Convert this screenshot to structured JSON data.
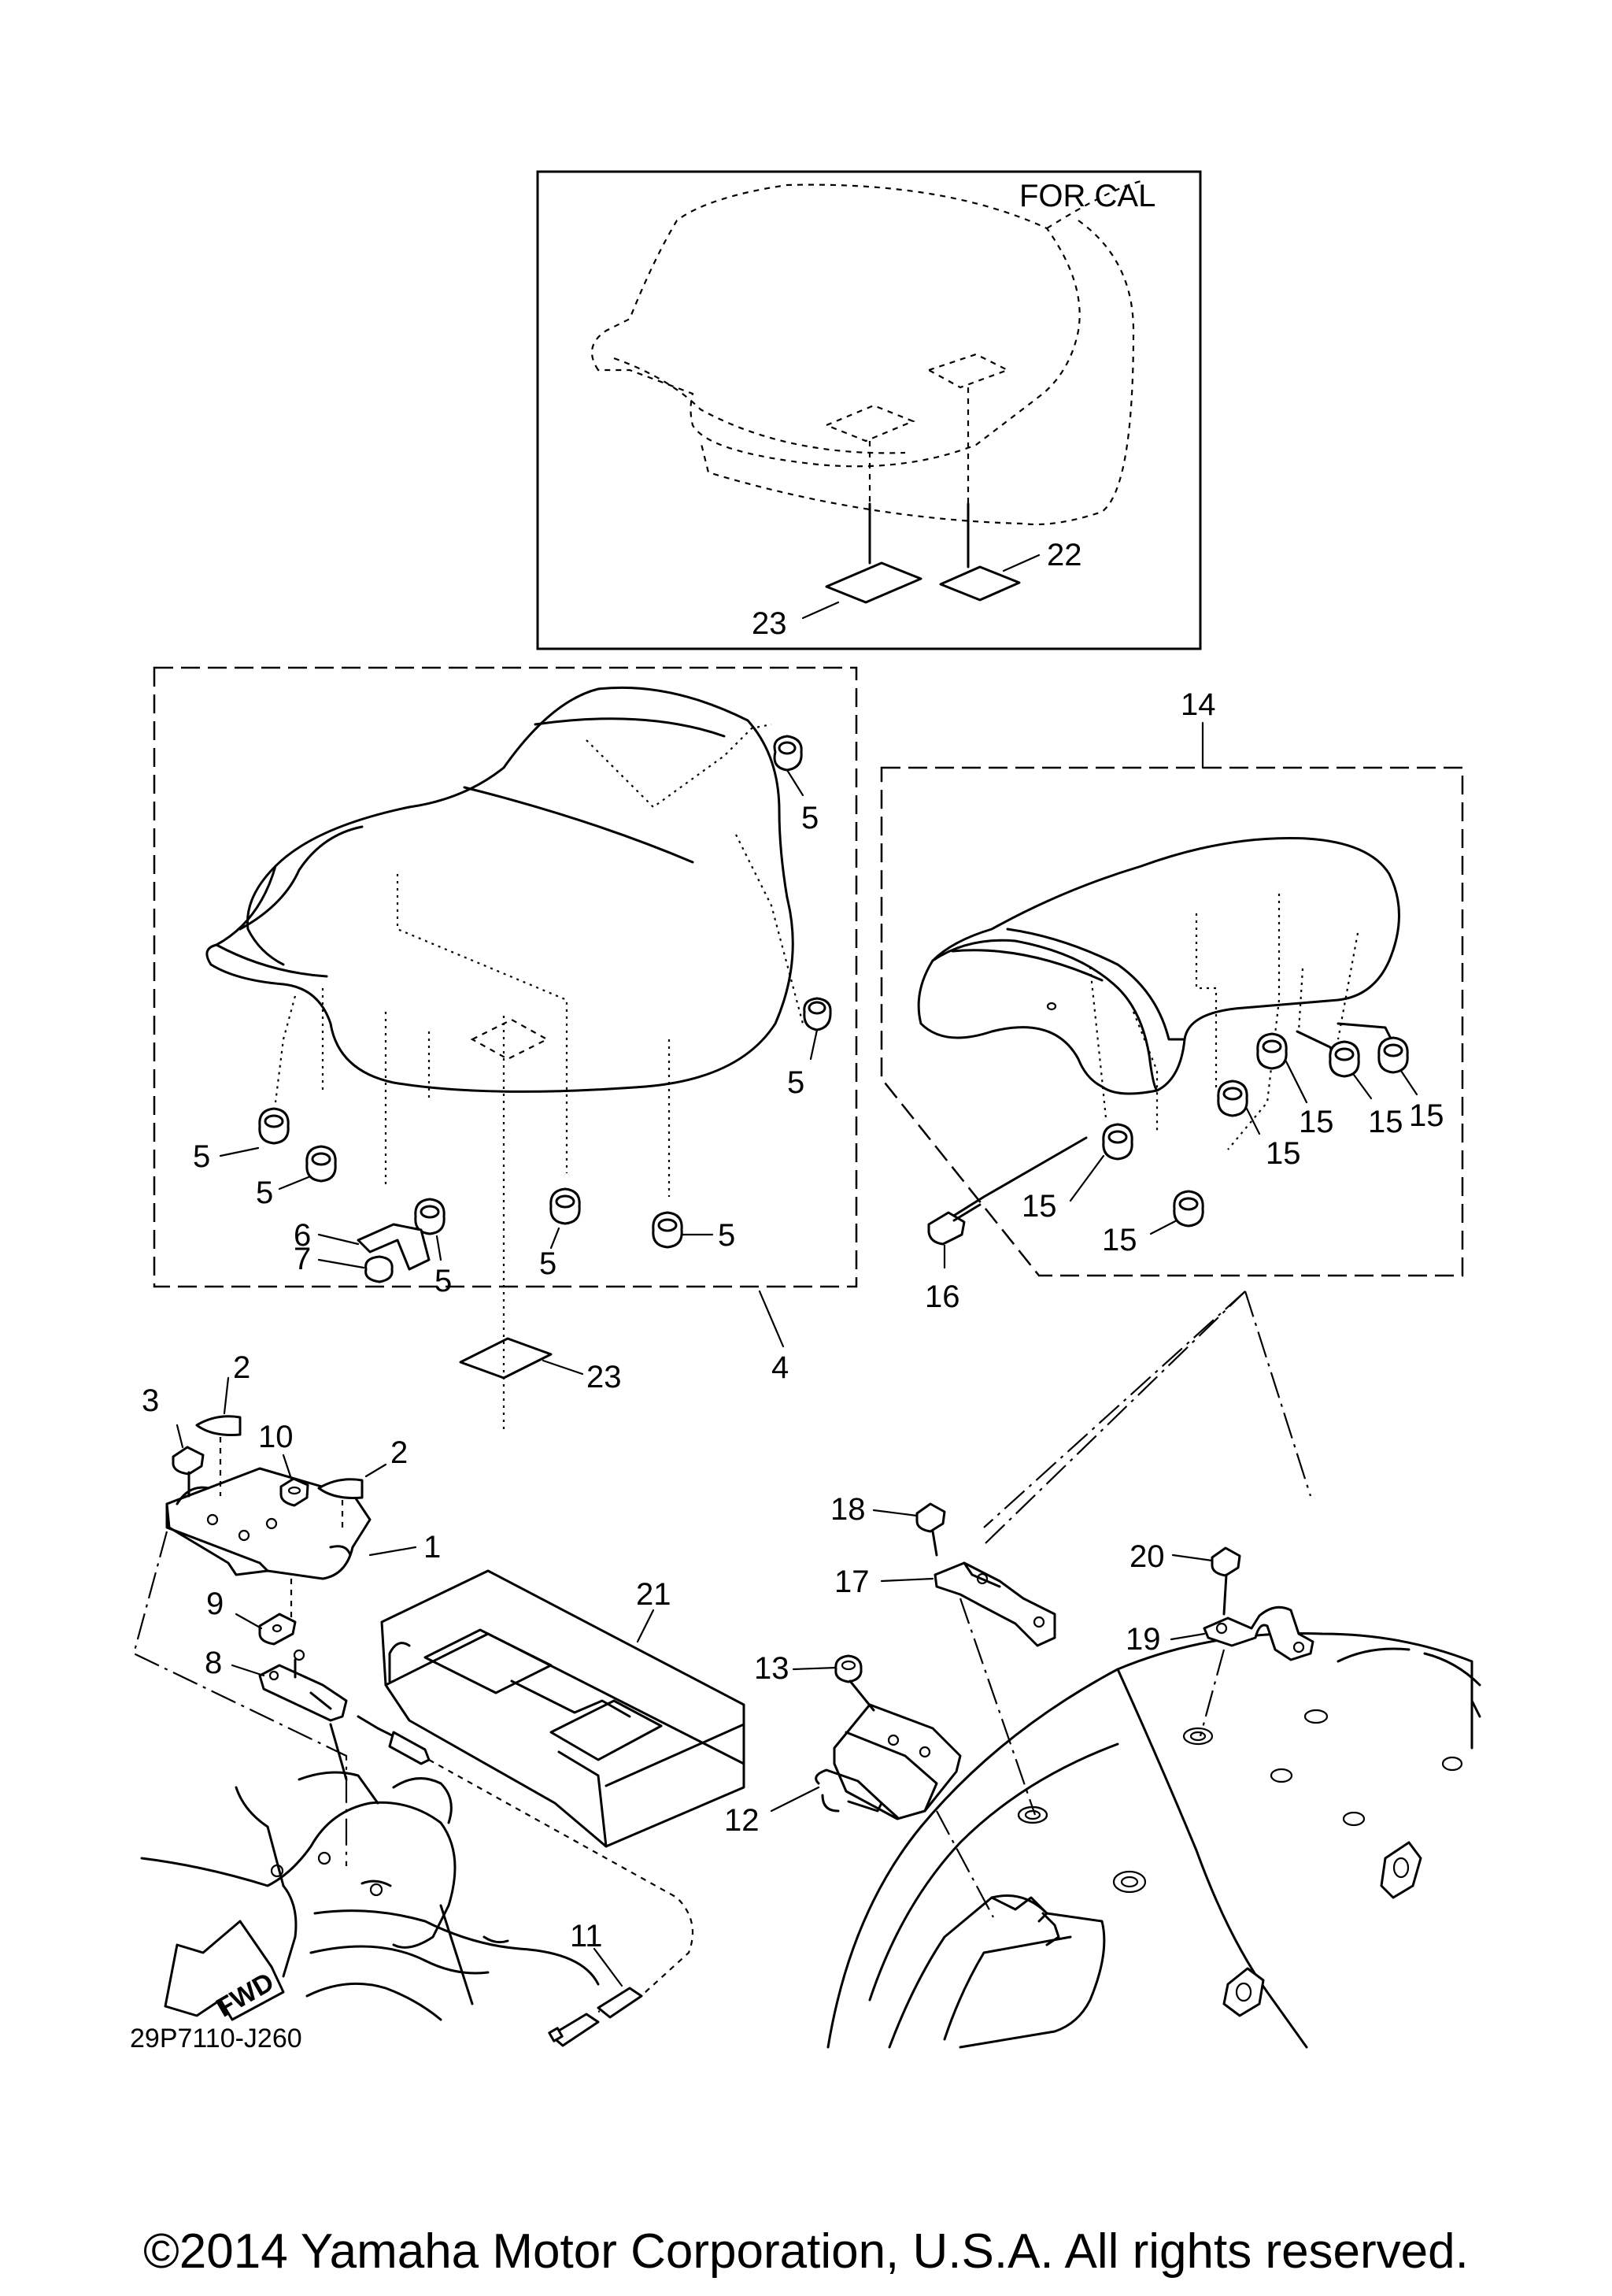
{
  "inset": {
    "label": "FOR CAL"
  },
  "callouts": {
    "c1": "1",
    "c2a": "2",
    "c2b": "2",
    "c3": "3",
    "c4": "4",
    "c5a": "5",
    "c5b": "5",
    "c5c": "5",
    "c5d": "5",
    "c5e": "5",
    "c5f": "5",
    "c5g": "5",
    "c6": "6",
    "c7": "7",
    "c8": "8",
    "c9": "9",
    "c10": "10",
    "c11": "11",
    "c12": "12",
    "c13": "13",
    "c14": "14",
    "c15a": "15",
    "c15b": "15",
    "c15c": "15",
    "c15d": "15",
    "c15e": "15",
    "c15f": "15",
    "c16": "16",
    "c17": "17",
    "c18": "18",
    "c19": "19",
    "c20": "20",
    "c21": "21",
    "c22": "22",
    "c23a": "23",
    "c23b": "23"
  },
  "fwd_arrow": {
    "label": "FWD"
  },
  "diagram_code": "29P7110-J260",
  "footer": {
    "copyright": "©2014 Yamaha Motor Corporation, U.S.A. All rights reserved."
  }
}
